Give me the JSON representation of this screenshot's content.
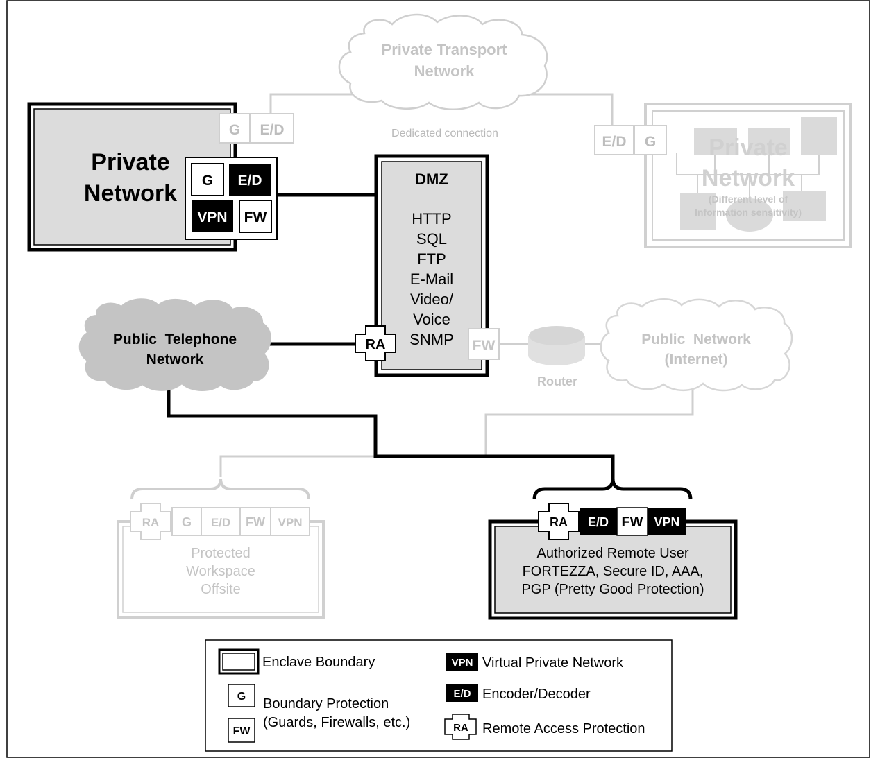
{
  "private_transport": {
    "line1": "Private Transport",
    "line2": "Network",
    "connection_label": "Dedicated connection"
  },
  "private_network": {
    "line1": "Private",
    "line2": "Network",
    "outer_g": "G",
    "outer_ed": "E/D",
    "g": "G",
    "ed": "E/D",
    "vpn": "VPN",
    "fw": "FW"
  },
  "other_private_network": {
    "ed": "E/D",
    "g": "G",
    "line1": "Private",
    "line2": "Network",
    "note1": "(Different level of",
    "note2": "Information sensitivity)"
  },
  "dmz": {
    "title": "DMZ",
    "services": [
      "HTTP",
      "SQL",
      "FTP",
      "E-Mail",
      "Video/",
      "Voice",
      "SNMP"
    ],
    "ra": "RA",
    "fw": "FW"
  },
  "public_telephone": {
    "line1": "Public  Telephone",
    "line2": "Network"
  },
  "router": {
    "label": "Router"
  },
  "public_network": {
    "line1": "Public  Network",
    "line2": "(Internet)"
  },
  "offsite": {
    "ra": "RA",
    "g": "G",
    "ed": "E/D",
    "fw": "FW",
    "vpn": "VPN",
    "line1": "Protected",
    "line2": "Workspace",
    "line3": "Offsite"
  },
  "remote_user": {
    "ra": "RA",
    "ed": "E/D",
    "fw": "FW",
    "vpn": "VPN",
    "line1": "Authorized Remote User",
    "line2": "FORTEZZA, Secure ID, AAA,",
    "line3": "PGP (Pretty Good Protection)"
  },
  "legend": {
    "enclave": "Enclave Boundary",
    "g_icon": "G",
    "fw_icon": "FW",
    "boundary_line1": "Boundary Protection",
    "boundary_line2": "(Guards, Firewalls, etc.)",
    "vpn_icon": "VPN",
    "vpn_label": "Virtual Private Network",
    "ed_icon": "E/D",
    "ed_label": "Encoder/Decoder",
    "ra_icon": "RA",
    "ra_label": "Remote Access Protection"
  }
}
